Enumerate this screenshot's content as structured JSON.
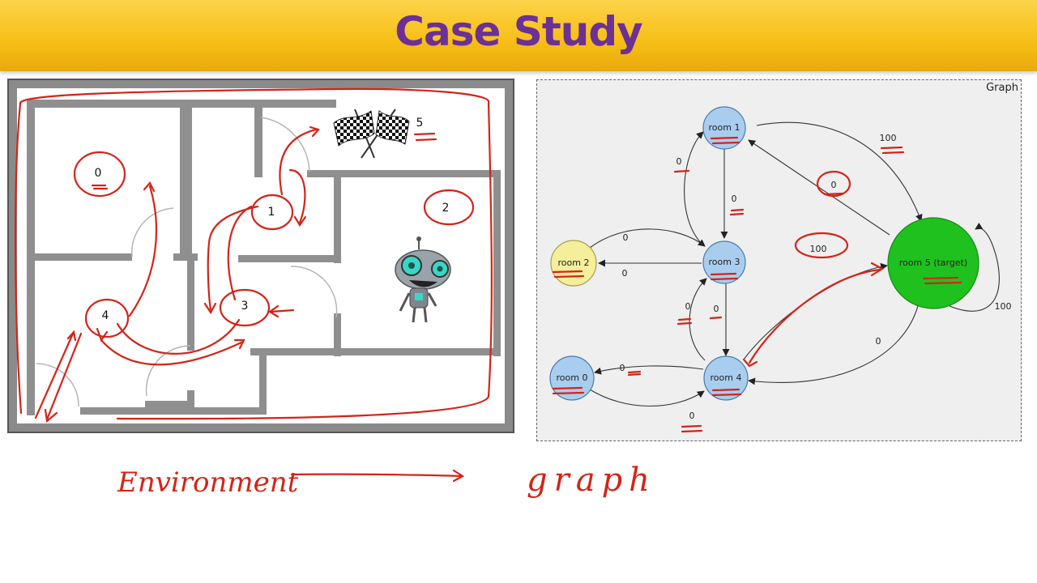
{
  "header": {
    "title": "Case Study"
  },
  "environment": {
    "rooms": [
      {
        "label": "0"
      },
      {
        "label": "1"
      },
      {
        "label": "2"
      },
      {
        "label": "3"
      },
      {
        "label": "4"
      },
      {
        "label": "5"
      }
    ],
    "caption": "Environment"
  },
  "graph": {
    "panel_title": "Graph",
    "caption": "graph",
    "nodes": [
      {
        "label": "room 1",
        "color": "#a9cdef"
      },
      {
        "label": "room 2",
        "color": "#f5ee9a"
      },
      {
        "label": "room 3",
        "color": "#a9cdef"
      },
      {
        "label": "room 0",
        "color": "#a9cdef"
      },
      {
        "label": "room 4",
        "color": "#a9cdef"
      },
      {
        "label": "room 5 (target)",
        "color": "#1fc11f"
      }
    ],
    "edge_labels": [
      {
        "text": "100"
      },
      {
        "text": "0"
      },
      {
        "text": "0"
      },
      {
        "text": "0"
      },
      {
        "text": "0"
      },
      {
        "text": "0"
      },
      {
        "text": "100"
      },
      {
        "text": "0"
      },
      {
        "text": "0"
      },
      {
        "text": "0"
      },
      {
        "text": "0"
      },
      {
        "text": "0"
      },
      {
        "text": "100"
      }
    ]
  },
  "colors": {
    "title_text": "#6b3194",
    "annotation": "#d32418",
    "header_bar": "#f8c018"
  }
}
